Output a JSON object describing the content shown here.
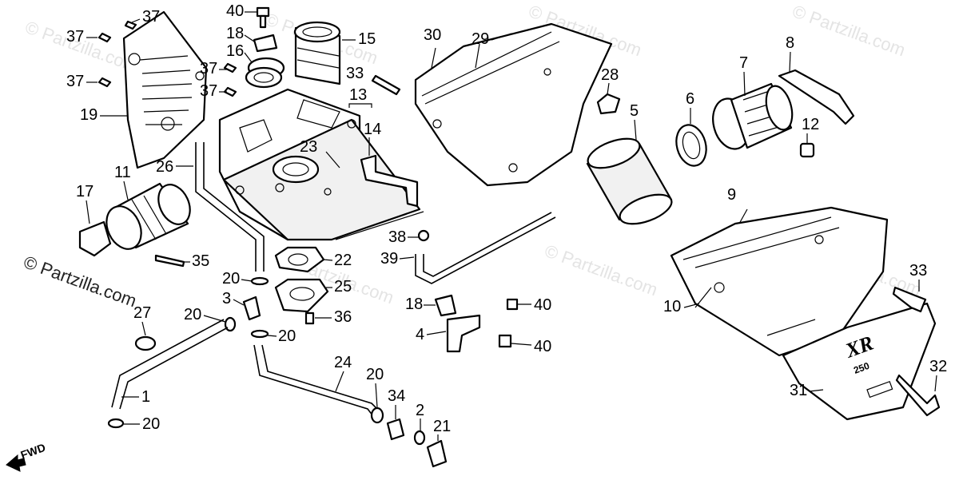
{
  "watermark": "© Partzilla.com",
  "fwd_label": "FWD",
  "logo_text": "XR",
  "logo_sub": "250",
  "callouts": [
    "1",
    "2",
    "3",
    "4",
    "5",
    "6",
    "7",
    "8",
    "9",
    "10",
    "11",
    "12",
    "13",
    "14",
    "15",
    "16",
    "17",
    "18",
    "19",
    "20",
    "21",
    "22",
    "23",
    "24",
    "25",
    "26",
    "27",
    "28",
    "29",
    "30",
    "31",
    "32",
    "33",
    "34",
    "35",
    "36",
    "37",
    "38",
    "39",
    "40"
  ],
  "labels": {
    "l40a": "40",
    "l18a": "18",
    "l15": "15",
    "l16": "16",
    "l37a": "37",
    "l37b": "37",
    "l37c": "37",
    "l37d": "37",
    "l37e": "37",
    "l19": "19",
    "l33a": "33",
    "l13": "13",
    "l14": "14",
    "l23": "23",
    "l30": "30",
    "l29": "29",
    "l28": "28",
    "l5": "5",
    "l6": "6",
    "l7": "7",
    "l8": "8",
    "l12": "12",
    "l11": "11",
    "l17": "17",
    "l26": "26",
    "l9": "9",
    "l38": "38",
    "l39": "39",
    "l22": "22",
    "l35": "35",
    "l20a": "20",
    "l25": "25",
    "l3": "3",
    "l36": "36",
    "l20b": "20",
    "l20c": "20",
    "l27": "27",
    "l18b": "18",
    "l40b": "40",
    "l4": "4",
    "l40c": "40",
    "l10": "10",
    "l33b": "33",
    "l24": "24",
    "l20d": "20",
    "l34": "34",
    "l2": "2",
    "l21": "21",
    "l1": "1",
    "l20e": "20",
    "l31": "31",
    "l32": "32"
  }
}
